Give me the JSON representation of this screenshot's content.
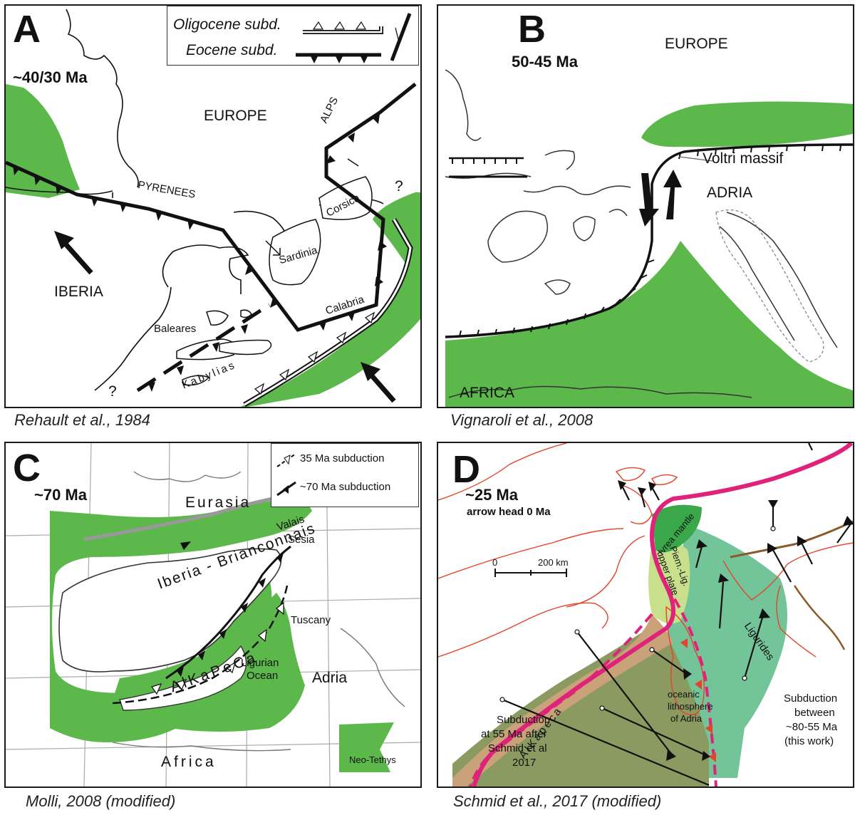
{
  "panels": {
    "A": {
      "letter": "A",
      "age": "~40/30 Ma",
      "legend": {
        "oligocene": "Oligocene subd.",
        "eocene": "Eocene subd."
      },
      "labels": {
        "europe": "EUROPE",
        "alps": "ALPS",
        "pyrenees": "PYRENEES",
        "iberia": "IBERIA",
        "corsica": "Corsica",
        "sardinia": "Sardinia",
        "baleares": "Baleares",
        "calabria": "Calabria",
        "kabylias": "Kabylias",
        "q1": "?",
        "q2": "?"
      },
      "caption": "Rehault et al., 1984"
    },
    "B": {
      "letter": "B",
      "age": "50-45 Ma",
      "labels": {
        "europe": "EUROPE",
        "voltri": "Voltri massif",
        "adria": "ADRIA",
        "africa": "AFRICA"
      },
      "caption": "Vignaroli et al., 2008"
    },
    "C": {
      "letter": "C",
      "age": "~70 Ma",
      "legend": {
        "sub35": "35 Ma subduction",
        "sub70": "~70 Ma subduction"
      },
      "labels": {
        "eurasia": "Eurasia",
        "valais": "Valais",
        "sesia": "Sesia",
        "iberia_brianconnais": "Iberia - Brianconnais",
        "tuscany": "Tuscany",
        "alkapeca": "AlKaPeCa",
        "ligurian": "Ligurian",
        "ocean": "Ocean",
        "adria": "Adria",
        "africa": "Africa",
        "neotethys": "Neo-Tethys"
      },
      "caption": "Molli, 2008 (modified)"
    },
    "D": {
      "letter": "D",
      "age": "~25 Ma",
      "arrowhead": "arrow head 0 Ma",
      "scale": {
        "zero": "0",
        "km": "200 km"
      },
      "labels": {
        "ivrea": "Ivrea mantle",
        "piem": "Piem.-Lig.",
        "upper_plate": "upper plate",
        "ligurides": "Ligurides",
        "alkapeca": "AlKapeca",
        "oceanic1": "oceanic",
        "oceanic2": "lithosphere",
        "oceanic3": "of Adria",
        "sub55_1": "Subduction",
        "sub55_2": "at 55 Ma after",
        "sub55_3": "Schmid et al",
        "sub55_4": "2017",
        "sub80_1": "Subduction",
        "sub80_2": "between",
        "sub80_3": "~80-55 Ma",
        "sub80_4": "(this work)"
      },
      "caption": "Schmid et al., 2017 (modified)"
    }
  },
  "colors": {
    "green": "#5cb84a",
    "pink": "#e0237a",
    "brown": "#b06a44",
    "tan": "#c9a27a",
    "lightgreen": "#c8df8c",
    "teal": "#74c49a",
    "olive": "#8a9a60",
    "red": "#e5432b"
  }
}
